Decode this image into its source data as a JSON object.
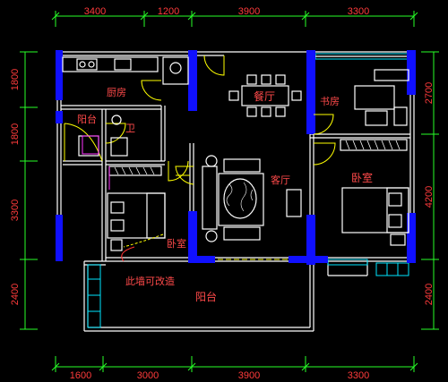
{
  "dimensions": {
    "top": [
      "3400",
      "1200",
      "3900",
      "3300"
    ],
    "bottom": [
      "1600",
      "3000",
      "3900",
      "3300"
    ],
    "left": [
      "1800",
      "1800",
      "3300",
      "2400"
    ],
    "right": [
      "2700",
      "4200",
      "2400"
    ]
  },
  "rooms": {
    "kitchen": "厨房",
    "dining": "餐厅",
    "study": "书房",
    "balcony_small": "阳台",
    "bathroom": "卫",
    "living": "客厅",
    "master_bedroom": "卧室",
    "bedroom": "卧室",
    "wall_note": "此墙可改造",
    "balcony_large": "阳台"
  },
  "colors": {
    "background": "#000000",
    "dimension_text": "#ff3b3b",
    "room_text": "#ff4a4a",
    "column": "#1010ff",
    "wall": "#ffffff",
    "dimension_line": "#28ff28"
  }
}
